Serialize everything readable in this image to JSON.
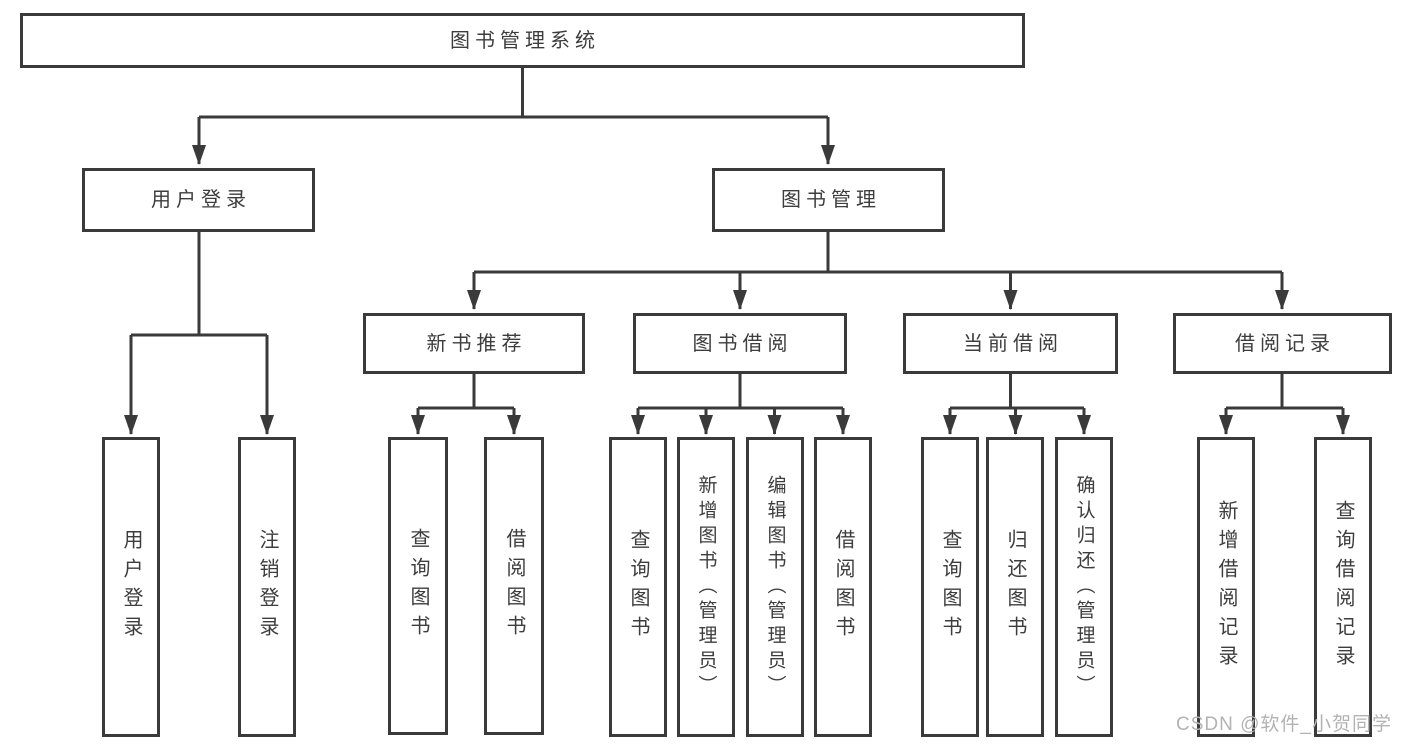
{
  "diagram": {
    "title": "图书管理系统",
    "type": "hierarchy-tree",
    "colors": {
      "background": "#ffffff",
      "box_border": "#3a3a3a",
      "line": "#3a3a3a",
      "text": "#3d3d3d",
      "watermark": "#b3b3b3"
    },
    "nodes": {
      "root": {
        "label": "图书管理系统"
      },
      "user_login": {
        "label": "用户登录"
      },
      "book_management": {
        "label": "图书管理"
      },
      "new_book_recommend": {
        "label": "新书推荐"
      },
      "book_borrowing": {
        "label": "图书借阅"
      },
      "current_borrowing": {
        "label": "当前借阅"
      },
      "borrowing_records": {
        "label": "借阅记录"
      },
      "leaf_user_login": {
        "label": "用户登录"
      },
      "leaf_logout": {
        "label": "注销登录"
      },
      "leaf_nb_query_books": {
        "label": "查询图书"
      },
      "leaf_nb_borrow_books": {
        "label": "借阅图书"
      },
      "leaf_bb_query_books": {
        "label": "查询图书"
      },
      "leaf_bb_add_books": {
        "label": "新增图书（管理员）"
      },
      "leaf_bb_edit_books": {
        "label": "编辑图书（管理员）"
      },
      "leaf_bb_borrow_books": {
        "label": "借阅图书"
      },
      "leaf_cb_query_books": {
        "label": "查询图书"
      },
      "leaf_cb_return_books": {
        "label": "归还图书"
      },
      "leaf_cb_confirm_return": {
        "label": "确认归还（管理员）"
      },
      "leaf_br_add_record": {
        "label": "新增借阅记录"
      },
      "leaf_br_query_record": {
        "label": "查询借阅记录"
      }
    },
    "watermark": {
      "text": "CSDN @软件_小贺同学"
    }
  }
}
